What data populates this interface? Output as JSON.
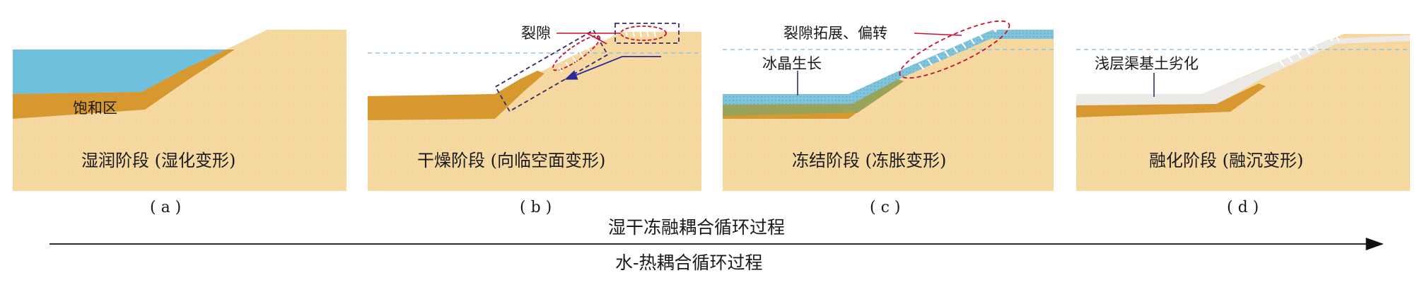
{
  "panels": [
    {
      "id": "a",
      "letter": "( a )",
      "stage": "湿润阶段 (湿化变形)",
      "zone_label": "饱和区"
    },
    {
      "id": "b",
      "letter": "( b )",
      "stage": "干燥阶段 (向临空面变形)",
      "annotation": "裂隙"
    },
    {
      "id": "c",
      "letter": "( c )",
      "stage": "冻结阶段 (冻胀变形)",
      "annotation_crack": "裂隙拓展、偏转",
      "annotation_ice": "冰晶生长"
    },
    {
      "id": "d",
      "letter": "( d )",
      "stage": "融化阶段 (融沉变形)",
      "annotation": "浅层渠基土劣化"
    }
  ],
  "process": {
    "top": "湿干冻融耦合循环过程",
    "bottom": "水-热耦合循环过程"
  },
  "colors": {
    "soil": "#f6d9a1",
    "saturated": "#d7982f",
    "water": "#6fc0dc",
    "ice": "#8cc8e0",
    "dashline": "#8fc3e8",
    "crack_box": "#3a2a6a",
    "crack_ellipse": "#c8102e"
  }
}
